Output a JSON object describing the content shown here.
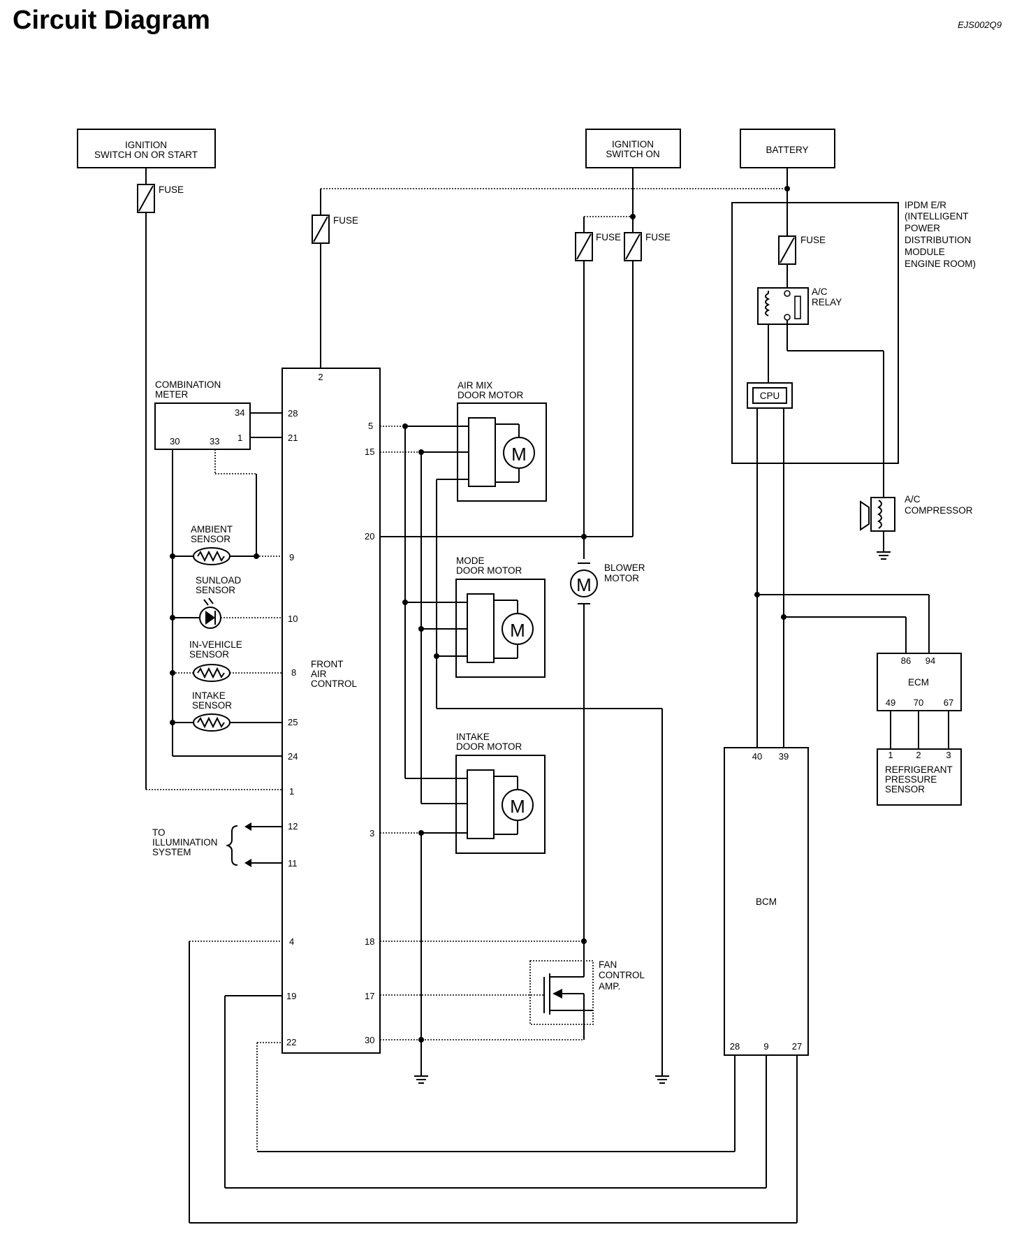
{
  "header": {
    "title": "Circuit Diagram",
    "doc_id": "EJS002Q9"
  },
  "labels": {
    "ign_start": [
      "IGNITION",
      "SWITCH ON OR START"
    ],
    "ign_on": [
      "IGNITION",
      "SWITCH ON"
    ],
    "battery": "BATTERY",
    "fuse": "FUSE",
    "ipdm": [
      "IPDM E/R",
      "(INTELLIGENT",
      "POWER",
      "DISTRIBUTION",
      "MODULE",
      "ENGINE ROOM)"
    ],
    "ac_relay": [
      "A/C",
      "RELAY"
    ],
    "cpu": "CPU",
    "ac_compressor": [
      "A/C",
      "COMPRESSOR"
    ],
    "combination_meter": [
      "COMBINATION",
      "METER"
    ],
    "air_mix_motor": [
      "AIR MIX",
      "DOOR MOTOR"
    ],
    "mode_motor": [
      "MODE",
      "DOOR MOTOR"
    ],
    "intake_motor": [
      "INTAKE",
      "DOOR MOTOR"
    ],
    "blower_motor": [
      "BLOWER",
      "MOTOR"
    ],
    "motor_symbol": "M",
    "ambient_sensor": [
      "AMBIENT",
      "SENSOR"
    ],
    "sunload_sensor": [
      "SUNLOAD",
      "SENSOR"
    ],
    "in_vehicle_sensor": [
      "IN-VEHICLE",
      "SENSOR"
    ],
    "intake_sensor": [
      "INTAKE",
      "SENSOR"
    ],
    "front_air_control": [
      "FRONT",
      "AIR",
      "CONTROL"
    ],
    "to_illumination": [
      "TO",
      "ILLUMINATION",
      "SYSTEM"
    ],
    "fan_control_amp": [
      "FAN",
      "CONTROL",
      "AMP."
    ],
    "ecm": "ECM",
    "bcm": "BCM",
    "refrigerant_sensor": [
      "REFRIGERANT",
      "PRESSURE",
      "SENSOR"
    ]
  },
  "pins": {
    "meter": [
      "34",
      "30",
      "33",
      "1"
    ],
    "fac_left": [
      "28",
      "21",
      "9",
      "10",
      "8",
      "25",
      "24",
      "1",
      "12",
      "11",
      "4",
      "19",
      "22"
    ],
    "fac_top": "2",
    "fac_right": [
      "5",
      "15",
      "20",
      "3",
      "18",
      "17",
      "30"
    ],
    "ecm": [
      "86",
      "94",
      "49",
      "70",
      "67"
    ],
    "bcm": [
      "40",
      "39",
      "28",
      "9",
      "27"
    ],
    "refrigerant": [
      "1",
      "2",
      "3"
    ]
  }
}
